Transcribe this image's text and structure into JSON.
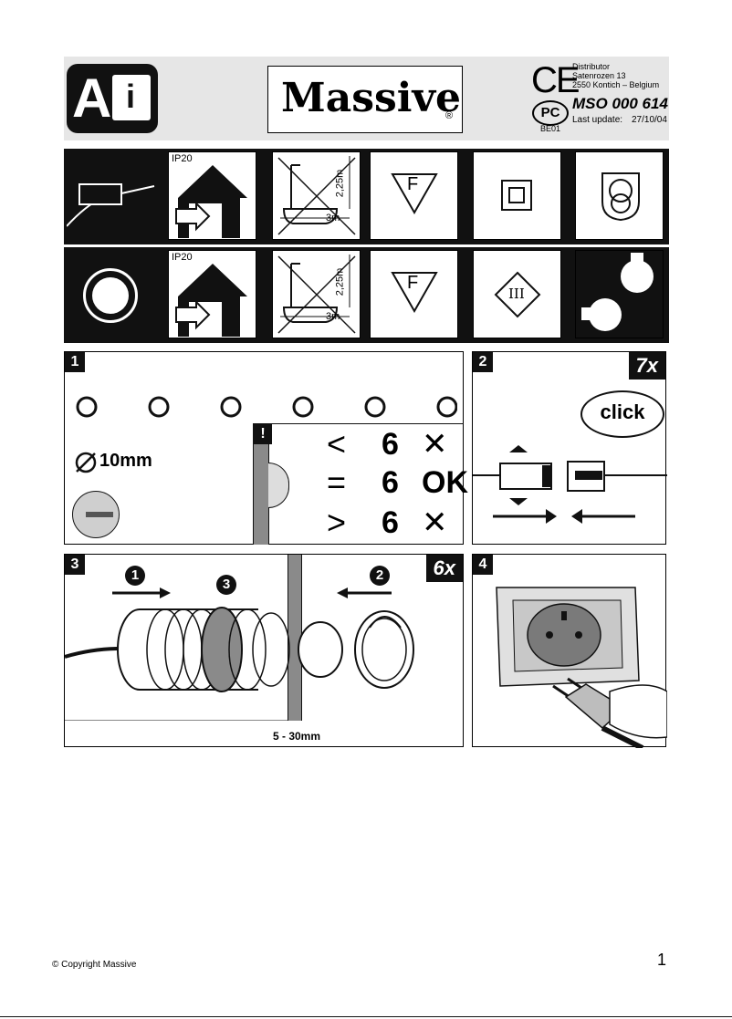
{
  "header": {
    "brand": "Massive",
    "registered": "®",
    "badge_letter": "A",
    "badge_info": "i",
    "ce_mark": "CE",
    "gost_mark": "PC",
    "gost_code": "BE01",
    "distributor_lines": [
      "Distributor",
      "Satenrozen 13",
      "2550 Kontich – Belgium"
    ],
    "product_code": "MSO 000 614",
    "last_update_label": "Last update:",
    "last_update_value": "27/10/04"
  },
  "icons": {
    "ip_label": "IP20",
    "bath_height": "2,25m",
    "bath_width": "3m",
    "f_mark": "F",
    "class_iii": "III"
  },
  "step1": {
    "number": "1",
    "hole_size": "10mm",
    "warning": "!",
    "rules": [
      {
        "op": "<",
        "count": "6",
        "verdict": "✕"
      },
      {
        "op": "=",
        "count": "6",
        "verdict": "OK"
      },
      {
        "op": ">",
        "count": "6",
        "verdict": "✕"
      }
    ]
  },
  "step2": {
    "number": "2",
    "multiplier": "7x",
    "click_text": "click"
  },
  "step3": {
    "number": "3",
    "multiplier": "6x",
    "order_marks": [
      "1",
      "2",
      "3"
    ],
    "thickness_range": "5 - 30mm"
  },
  "step4": {
    "number": "4"
  },
  "footer": {
    "copyright": "© Copyright Massive",
    "page_number": "1"
  },
  "colors": {
    "ink": "#000000",
    "panel_dark": "#111111",
    "grey": "#8a8a8a",
    "light_grey": "#d0d0d0",
    "bg": "#e6e6e6"
  }
}
